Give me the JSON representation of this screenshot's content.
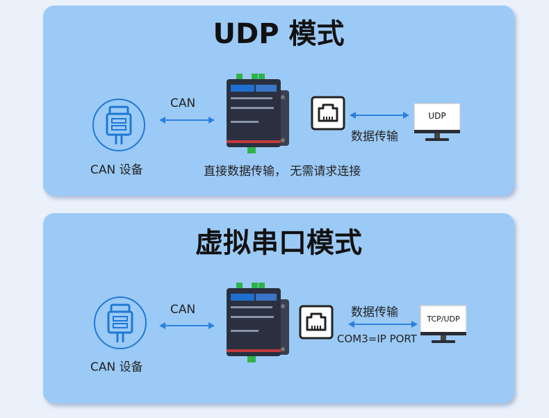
{
  "panels": [
    {
      "title": "UDP 模式",
      "can_label": "CAN",
      "device_label": "CAN 设备",
      "transfer_label": "数据传输",
      "monitor_text": "UDP",
      "description": "直接数据传输， 无需请求连接"
    },
    {
      "title": "虚拟串口模式",
      "can_label": "CAN",
      "device_label": "CAN 设备",
      "transfer_label": "数据传输",
      "port_label": "COM3=IP PORT",
      "monitor_text": "TCP/UDP"
    }
  ],
  "icons": {
    "can_device": "serial-plug-icon",
    "ethernet": "ethernet-port-icon",
    "arrow": "double-arrow-icon",
    "monitor": "monitor-icon",
    "gateway": "can-ethernet-converter-image"
  },
  "colors": {
    "panel_bg": "#9ccaf6",
    "accent_blue": "#1e78d6",
    "arrow_blue": "#2b7fe0",
    "device_dark": "#2a3040",
    "terminal_green": "#2fb34a"
  }
}
